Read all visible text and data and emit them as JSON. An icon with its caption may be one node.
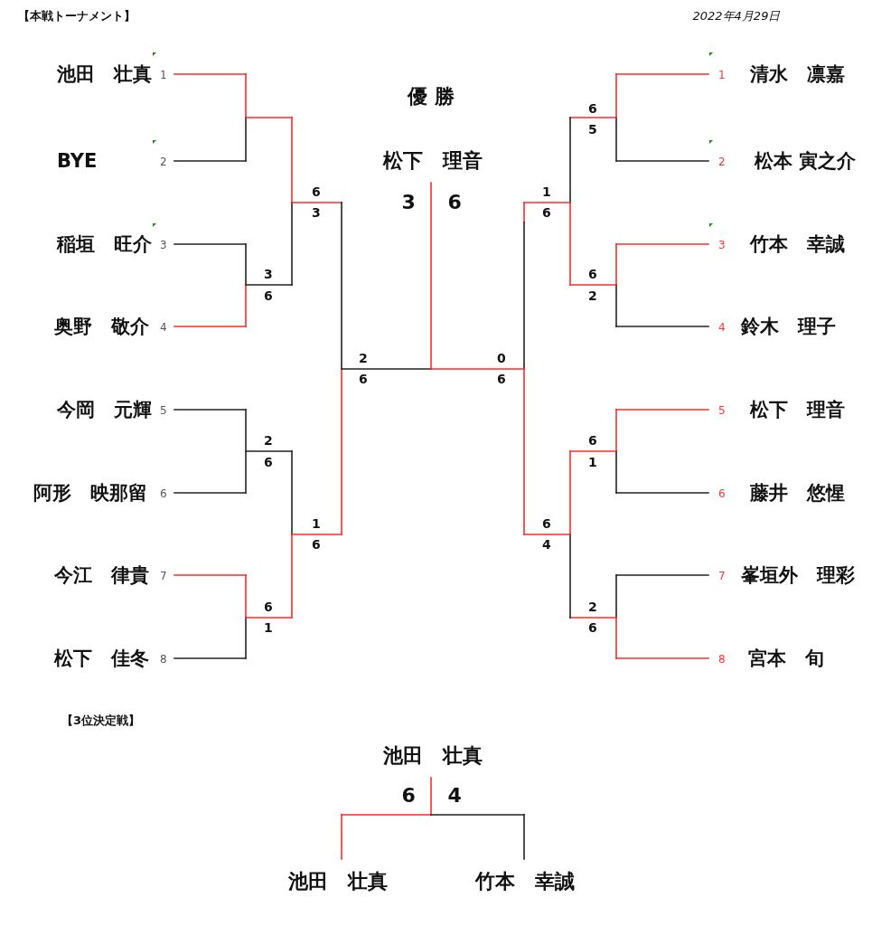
{
  "diagram": {
    "title": "【本戦トーナメント】",
    "labels": [
      "2022年4月29日",
      "池田　壮真",
      "1",
      "BYE",
      "2",
      "稲垣　旺介",
      "3",
      "奥野　敬介",
      "4",
      "今岡　元輝",
      "5",
      "阿形　映那留",
      "6",
      "今江　律貴",
      "7",
      "松下　佳冬",
      "8",
      "優 勝",
      "松下　理音",
      "3",
      "6",
      "1",
      "清水　凛嘉",
      "2",
      "松本 寅之介",
      "3",
      "竹本　幸誠",
      "4",
      "鈴木　理子",
      "5",
      "松下　理音",
      "6",
      "藤井　悠惺",
      "7",
      "峯垣外　理彩",
      "8",
      "宮本　旬",
      "6",
      "3",
      "3",
      "6",
      "2",
      "6",
      "2",
      "6",
      "1",
      "6",
      "6",
      "1",
      "6",
      "5",
      "1",
      "6",
      "6",
      "2",
      "0",
      "6",
      "6",
      "1",
      "6",
      "4",
      "2",
      "6",
      "【3位決定戦】",
      "池田　壮真",
      "6",
      "4",
      "池田　壮真",
      "竹本　幸誠"
    ]
  }
}
